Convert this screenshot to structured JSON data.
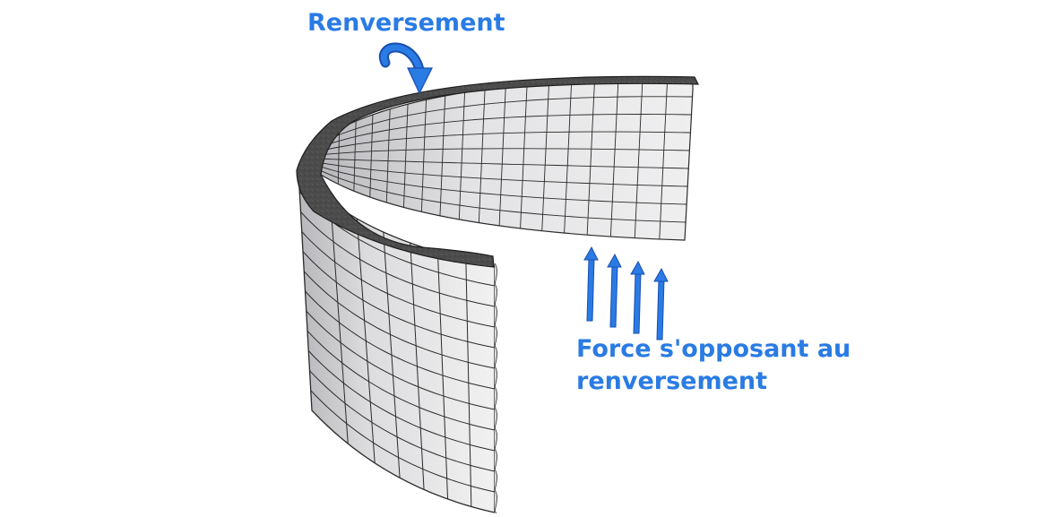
{
  "labels": {
    "overturning": "Renversement",
    "resisting_force_line1": "Force s'opposant au",
    "resisting_force_line2": "renversement"
  },
  "colors": {
    "annotation_blue": "#2a7be4",
    "arrow_blue_dark": "#1a4fb0",
    "block_face": "#ededee",
    "block_face_shade": "#bdbdc0",
    "block_edge": "#2a2a2a",
    "cap": "#4a4a4a"
  },
  "icons": {
    "overturning_arrow": "curved-arrow-icon",
    "force_arrows": "upward-arrows-icon"
  },
  "force_arrow_count": 4
}
